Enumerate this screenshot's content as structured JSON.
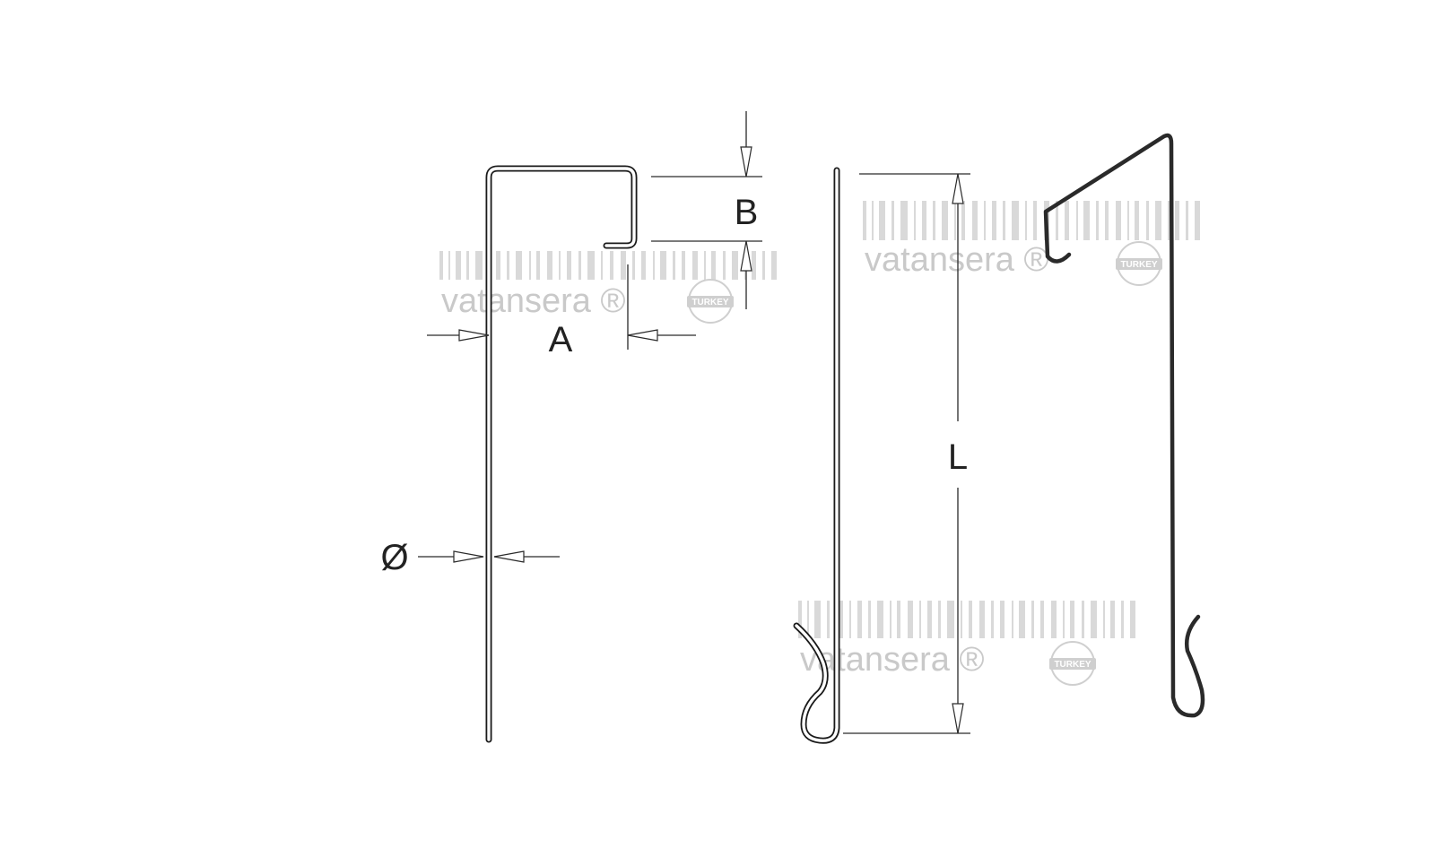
{
  "dimensions": {
    "width_label": "A",
    "height_label": "B",
    "diameter_label": "Ø",
    "length_label": "L"
  },
  "watermark": {
    "brand_text": "vatansera ®",
    "seal_text": "TURKEY"
  },
  "colors": {
    "line": "#1a1a1a",
    "watermark": "#c9c9c9"
  }
}
